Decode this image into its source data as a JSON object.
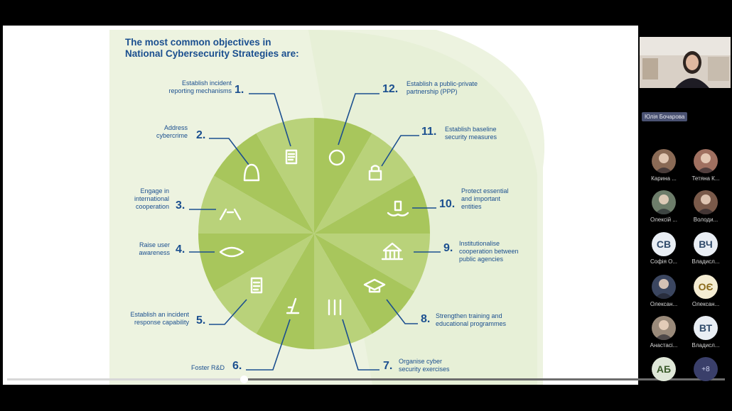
{
  "slide": {
    "title_line1": "The most common objectives in",
    "title_line2": "National Cybersecurity Strategies are:",
    "objectives": [
      {
        "num": "1.",
        "lines": [
          "Establish incident",
          "reporting mechanisms"
        ]
      },
      {
        "num": "2.",
        "lines": [
          "Address",
          "cybercrime"
        ]
      },
      {
        "num": "3.",
        "lines": [
          "Engage in",
          "international",
          "cooperation"
        ]
      },
      {
        "num": "4.",
        "lines": [
          "Raise user",
          "awareness"
        ]
      },
      {
        "num": "5.",
        "lines": [
          "Establish an incident",
          "response capability"
        ]
      },
      {
        "num": "6.",
        "lines": [
          "Foster R&D"
        ]
      },
      {
        "num": "7.",
        "lines": [
          "Organise cyber",
          "security exercises"
        ]
      },
      {
        "num": "8.",
        "lines": [
          "Strengthen training and",
          "educational programmes"
        ]
      },
      {
        "num": "9.",
        "lines": [
          "Institutionalise",
          "cooperation between",
          "public agencies"
        ]
      },
      {
        "num": "10.",
        "lines": [
          "Protect essential",
          "and important",
          "entities"
        ]
      },
      {
        "num": "11.",
        "lines": [
          "Establish baseline",
          "security measures"
        ]
      },
      {
        "num": "12.",
        "lines": [
          "Establish a public-private",
          "partnership (PPP)"
        ]
      }
    ]
  },
  "playback": {
    "progress_fraction": 0.33
  },
  "presenter": {
    "name": "Юлія Бочарова"
  },
  "participants": [
    {
      "initials": "",
      "name": "Карина ...",
      "kind": "photo",
      "color": "#8a6a55"
    },
    {
      "initials": "",
      "name": "Тетяна К...",
      "kind": "photo",
      "color": "#a07060"
    },
    {
      "initials": "",
      "name": "Олексій ...",
      "kind": "photo",
      "color": "#6d7d6a"
    },
    {
      "initials": "",
      "name": "Володи...",
      "kind": "photo",
      "color": "#7a5a4a"
    },
    {
      "initials": "СВ",
      "name": "Софія О...",
      "kind": "initials",
      "color": "#e9eef4",
      "text_color": "#2f4a6a"
    },
    {
      "initials": "ВЧ",
      "name": "Владисл...",
      "kind": "initials",
      "color": "#e9eef4",
      "text_color": "#2f4a6a"
    },
    {
      "initials": "",
      "name": "Олексан...",
      "kind": "photo",
      "color": "#3b4660"
    },
    {
      "initials": "ОЄ",
      "name": "Олексан...",
      "kind": "initials",
      "color": "#f4ecd2",
      "text_color": "#8a6a1a"
    },
    {
      "initials": "",
      "name": "Анастасі...",
      "kind": "photo",
      "color": "#9a8a7a"
    },
    {
      "initials": "ВТ",
      "name": "Владисл...",
      "kind": "initials",
      "color": "#e9eef4",
      "text_color": "#2f4a6a"
    },
    {
      "initials": "АБ",
      "name": "",
      "kind": "initials",
      "color": "#dfe7d8",
      "text_color": "#3a5a2a"
    },
    {
      "initials": "+8",
      "name": "",
      "kind": "more",
      "color": "#3a3f6a",
      "text_color": "#cfd3f0"
    }
  ]
}
